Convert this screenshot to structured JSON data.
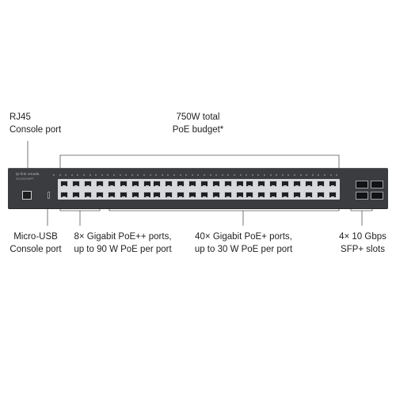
{
  "device": {
    "brand": "tp-link omada",
    "model": "SG3452XMPP"
  },
  "labels": {
    "rj45_console": [
      "RJ45",
      "Console port"
    ],
    "poe_budget": [
      "750W total",
      "PoE budget*"
    ],
    "micro_usb_console": [
      "Micro-USB",
      "Console port"
    ],
    "gigabit_poe_plus_plus": [
      "8× Gigabit PoE++ ports,",
      "up to 90 W PoE per port"
    ],
    "gigabit_poe_plus": [
      "40× Gigabit PoE+ ports,",
      "up to 30 W PoE per port"
    ],
    "sfp_plus": [
      "4× 10 Gbps",
      "SFP+ slots"
    ]
  },
  "ports": {
    "rj45_total": 48,
    "poe_plus_plus_count": 8,
    "poe_plus_count": 40,
    "sfp_plus_count": 4
  },
  "colors": {
    "chassis": "#3a3c40",
    "port_frame": "#c9ccd0",
    "port_hole": "#1f2023",
    "callout_line": "#555555"
  }
}
